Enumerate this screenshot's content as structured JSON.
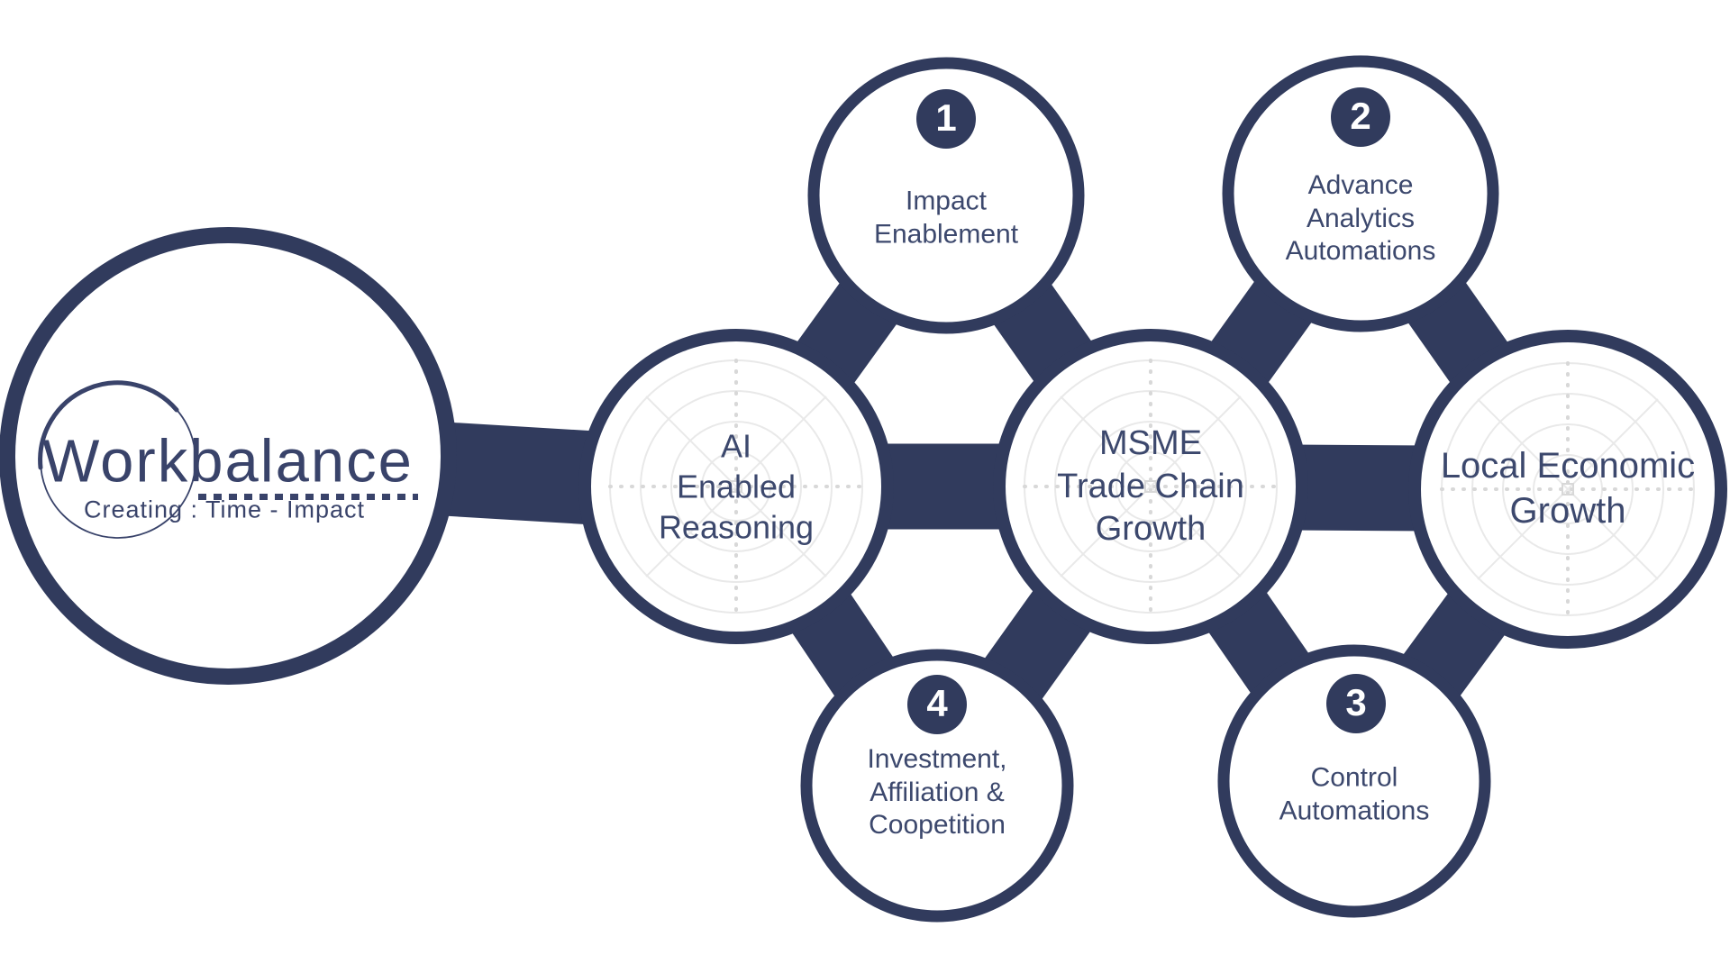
{
  "diagram": {
    "title": "Workbalance ecosystem diagram",
    "brand": {
      "name": "Workbalance",
      "tagline": "Creating : Time - Impact"
    },
    "nodes": {
      "ai": {
        "label": "AI\nEnabled\nReasoning"
      },
      "msme": {
        "label": "MSME\nTrade Chain\nGrowth"
      },
      "local": {
        "label": "Local Economic\nGrowth"
      },
      "impact": {
        "number": "1",
        "label": "Impact\nEnablement"
      },
      "analytics": {
        "number": "2",
        "label": "Advance\nAnalytics\nAutomations"
      },
      "control": {
        "number": "3",
        "label": "Control\nAutomations"
      },
      "investment": {
        "number": "4",
        "label": "Investment,\nAffiliation &\nCoopetition"
      }
    },
    "colors": {
      "navy": "#313b5d",
      "label_text": "#3c486d",
      "watermark": "#e9e9e9"
    }
  }
}
